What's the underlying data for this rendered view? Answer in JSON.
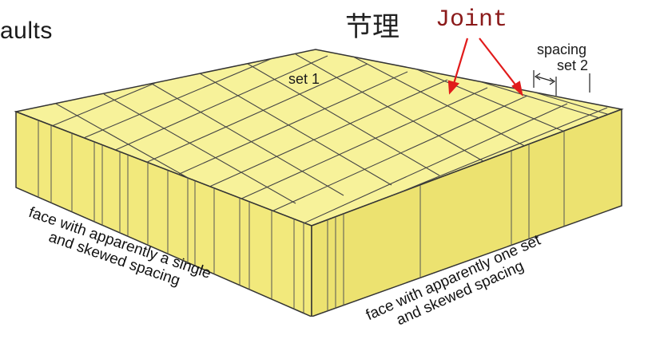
{
  "slide": {
    "title_fragment": "aults"
  },
  "annotation": {
    "chinese": "节理",
    "english": "Joint",
    "english_color": "#8b1a1a",
    "arrow_color": "#e11b1b"
  },
  "labels": {
    "set1": "set 1",
    "spacing": "spacing",
    "set2": "set 2",
    "face_left_line1": "face with apparently a single",
    "face_left_line2": "and skewed spacing",
    "face_right_line1": "face with apparently one set",
    "face_right_line2": "and skewed spacing"
  },
  "colors": {
    "block_top": "#f7f29a",
    "block_side": "#f2e97c",
    "block_front": "#ece270",
    "outline": "#333333"
  }
}
